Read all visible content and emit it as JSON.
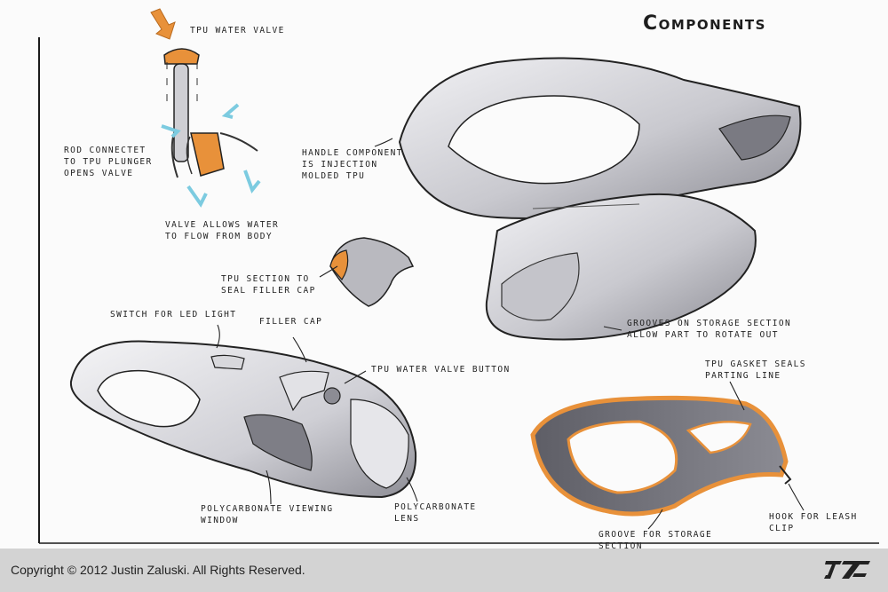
{
  "title": "Components",
  "labels": {
    "tpu_water_valve": "TPU WATER VALVE",
    "rod": "ROD CONNECTET\nTO TPU PLUNGER\nOPENS VALVE",
    "valve_flow": "VALVE ALLOWS WATER\nTO FLOW FROM BODY",
    "handle": "HANDLE COMPONENT\nIS INJECTION\nMOLDED TPU",
    "tpu_section": "TPU SECTION TO\nSEAL FILLER CAP",
    "grooves": "GROOVES ON STORAGE SECTION\nALLOW PART TO ROTATE OUT",
    "switch": "SWITCH FOR LED LIGHT",
    "filler_cap": "FILLER CAP",
    "valve_button": "TPU WATER VALVE BUTTON",
    "viewing_window": "POLYCARBONATE VIEWING\nWINDOW",
    "lens": "POLYCARBONATE\nLENS",
    "gasket": "TPU GASKET SEALS\nPARTING LINE",
    "hook": "HOOK FOR LEASH\nCLIP",
    "groove_storage": "GROOVE FOR STORAGE\nSECTION"
  },
  "footer": {
    "copyright": "Copyright © 2012 Justin Zaluski. All Rights Reserved."
  },
  "colors": {
    "orange": "#e8913a",
    "gray_light": "#d9d9de",
    "gray_mid": "#a9a9b0",
    "gray_dark": "#6f6f77",
    "cyan": "#9ad7e6",
    "footer_bg": "#d3d3d3"
  }
}
